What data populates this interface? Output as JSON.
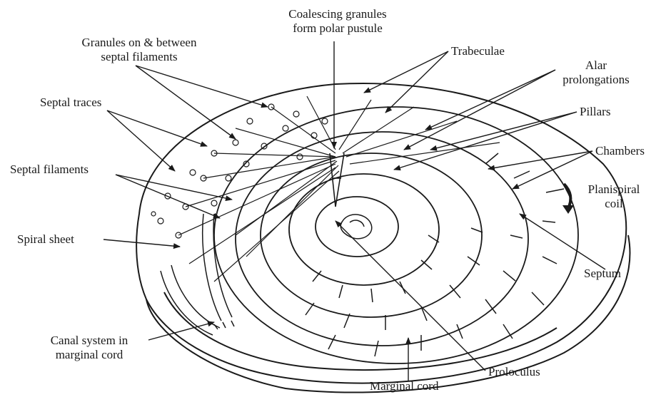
{
  "labels": {
    "coalescing": [
      "Coalescing granules",
      "form polar pustule"
    ],
    "granules": [
      "Granules on & between",
      "septal filaments"
    ],
    "trabeculae": "Trabeculae",
    "alar": [
      "Alar",
      "prolongations"
    ],
    "pillars": "Pillars",
    "chambers": "Chambers",
    "septal_traces": "Septal traces",
    "septal_filaments": "Septal filaments",
    "planispiral": [
      "Planispiral",
      "coil"
    ],
    "spiral_sheet": "Spiral sheet",
    "septum": "Septum",
    "canal": [
      "Canal system in",
      "marginal cord"
    ],
    "proloculus": "Proloculus",
    "marginal_cord": "Marginal cord"
  },
  "colors": {
    "ink": "#1a1a1a",
    "background": "#ffffff"
  }
}
